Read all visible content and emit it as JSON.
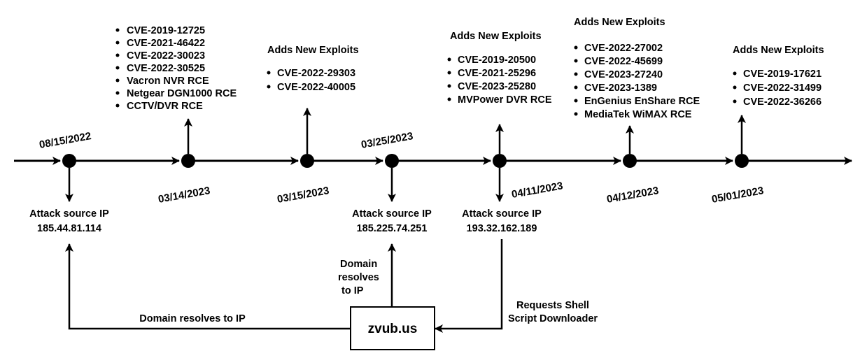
{
  "events": [
    {
      "id": "e1",
      "date": "08/15/2022"
    },
    {
      "id": "e2",
      "date": "03/14/2023",
      "items": [
        "CVE-2019-12725",
        "CVE-2021-46422",
        "CVE-2022-30023",
        "CVE-2022-30525",
        "Vacron NVR RCE",
        "Netgear DGN1000 RCE",
        "CCTV/DVR RCE"
      ]
    },
    {
      "id": "e3",
      "date": "03/15/2023",
      "heading": "Adds New Exploits",
      "items": [
        "CVE-2022-29303",
        "CVE-2022-40005"
      ]
    },
    {
      "id": "e4",
      "date": "03/25/2023"
    },
    {
      "id": "e5",
      "date": "04/11/2023",
      "heading": "Adds New Exploits",
      "items": [
        "CVE-2019-20500",
        "CVE-2021-25296",
        "CVE-2023-25280",
        "MVPower DVR RCE"
      ]
    },
    {
      "id": "e6",
      "date": "04/12/2023",
      "heading": "Adds New Exploits",
      "items": [
        "CVE-2022-27002",
        "CVE-2022-45699",
        "CVE-2023-27240",
        "CVE-2023-1389",
        "EnGenius EnShare RCE",
        "MediaTek WiMAX RCE"
      ]
    },
    {
      "id": "e7",
      "date": "05/01/2023",
      "heading": "Adds New Exploits",
      "items": [
        "CVE-2019-17621",
        "CVE-2022-31499",
        "CVE-2022-36266"
      ]
    }
  ],
  "sources": [
    {
      "label": "Attack source IP",
      "ip": "185.44.81.114"
    },
    {
      "label": "Attack source IP",
      "ip": "185.225.74.251"
    },
    {
      "label": "Attack source IP",
      "ip": "193.32.162.189"
    }
  ],
  "domain": {
    "name": "zvub.us",
    "resolves_long": "Domain resolves to IP",
    "resolves_short": [
      "Domain",
      "resolves",
      "to IP"
    ],
    "requests": [
      "Requests Shell",
      "Script Downloader"
    ]
  }
}
